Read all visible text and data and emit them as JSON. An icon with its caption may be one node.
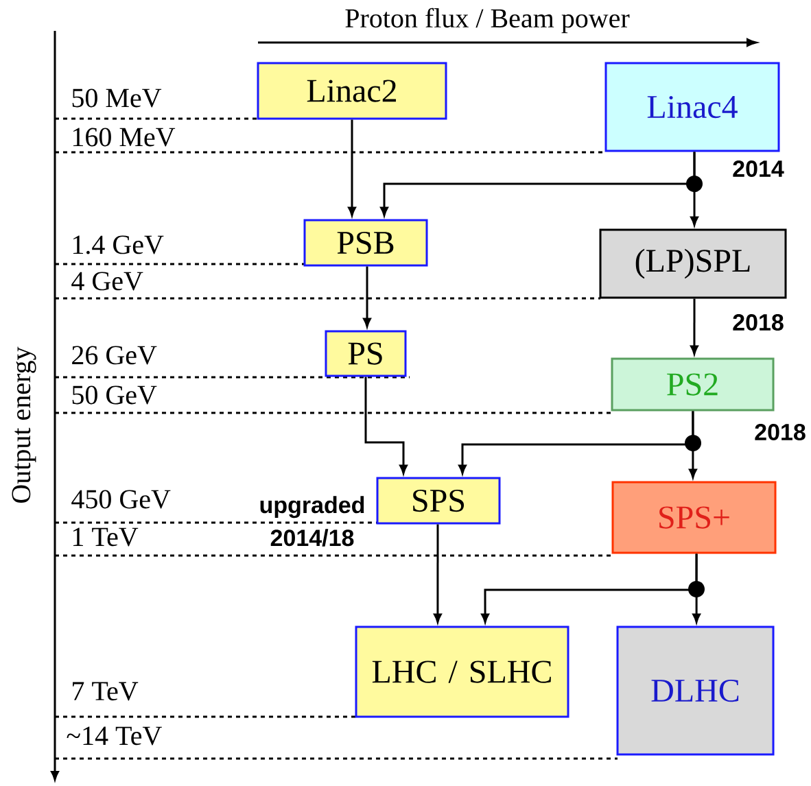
{
  "diagram": {
    "nodes": [
      {
        "text": [
          "Linac2"
        ]
      },
      {
        "text": [
          "Linac4"
        ],
        "beside": [
          "2014"
        ]
      },
      {
        "text": [
          "PSB"
        ]
      },
      {
        "text": [
          "(LP)SPL"
        ],
        "beside": [
          "2018"
        ]
      },
      {
        "text": [
          "PS"
        ]
      },
      {
        "text": [
          "PS2"
        ],
        "beside": [
          "2018"
        ]
      },
      {
        "text": [
          "SPS"
        ],
        "beside": [
          "upgraded 2014/18"
        ]
      },
      {
        "text": [
          "SPS+"
        ]
      },
      {
        "text": [
          "LHC / SLHC"
        ]
      },
      {
        "text": [
          "DLHC"
        ]
      }
    ],
    "edges": [
      {
        "from": 0,
        "to": 2,
        "arrow": "to"
      },
      {
        "from": 1,
        "to": 2,
        "arrow": "to"
      },
      {
        "from": 1,
        "to": 3,
        "arrow": "to"
      },
      {
        "from": 2,
        "to": 4,
        "arrow": "to"
      },
      {
        "from": 3,
        "to": 5,
        "arrow": "to"
      },
      {
        "from": 4,
        "to": 6,
        "arrow": "to"
      },
      {
        "from": 5,
        "to": 6,
        "arrow": "to"
      },
      {
        "from": 5,
        "to": 7,
        "arrow": "to"
      },
      {
        "from": 6,
        "to": 8,
        "arrow": "to"
      },
      {
        "from": 7,
        "to": 8,
        "arrow": "to"
      },
      {
        "from": 7,
        "to": 9,
        "arrow": "to"
      }
    ],
    "labels": [
      "Proton flux / Beam power",
      "Output energy",
      "50 MeV",
      "160 MeV",
      "1.4 GeV",
      "4 GeV",
      "26 GeV",
      "50 GeV",
      "450 GeV",
      "1 TeV",
      "7 TeV",
      "~14 TeV"
    ]
  }
}
